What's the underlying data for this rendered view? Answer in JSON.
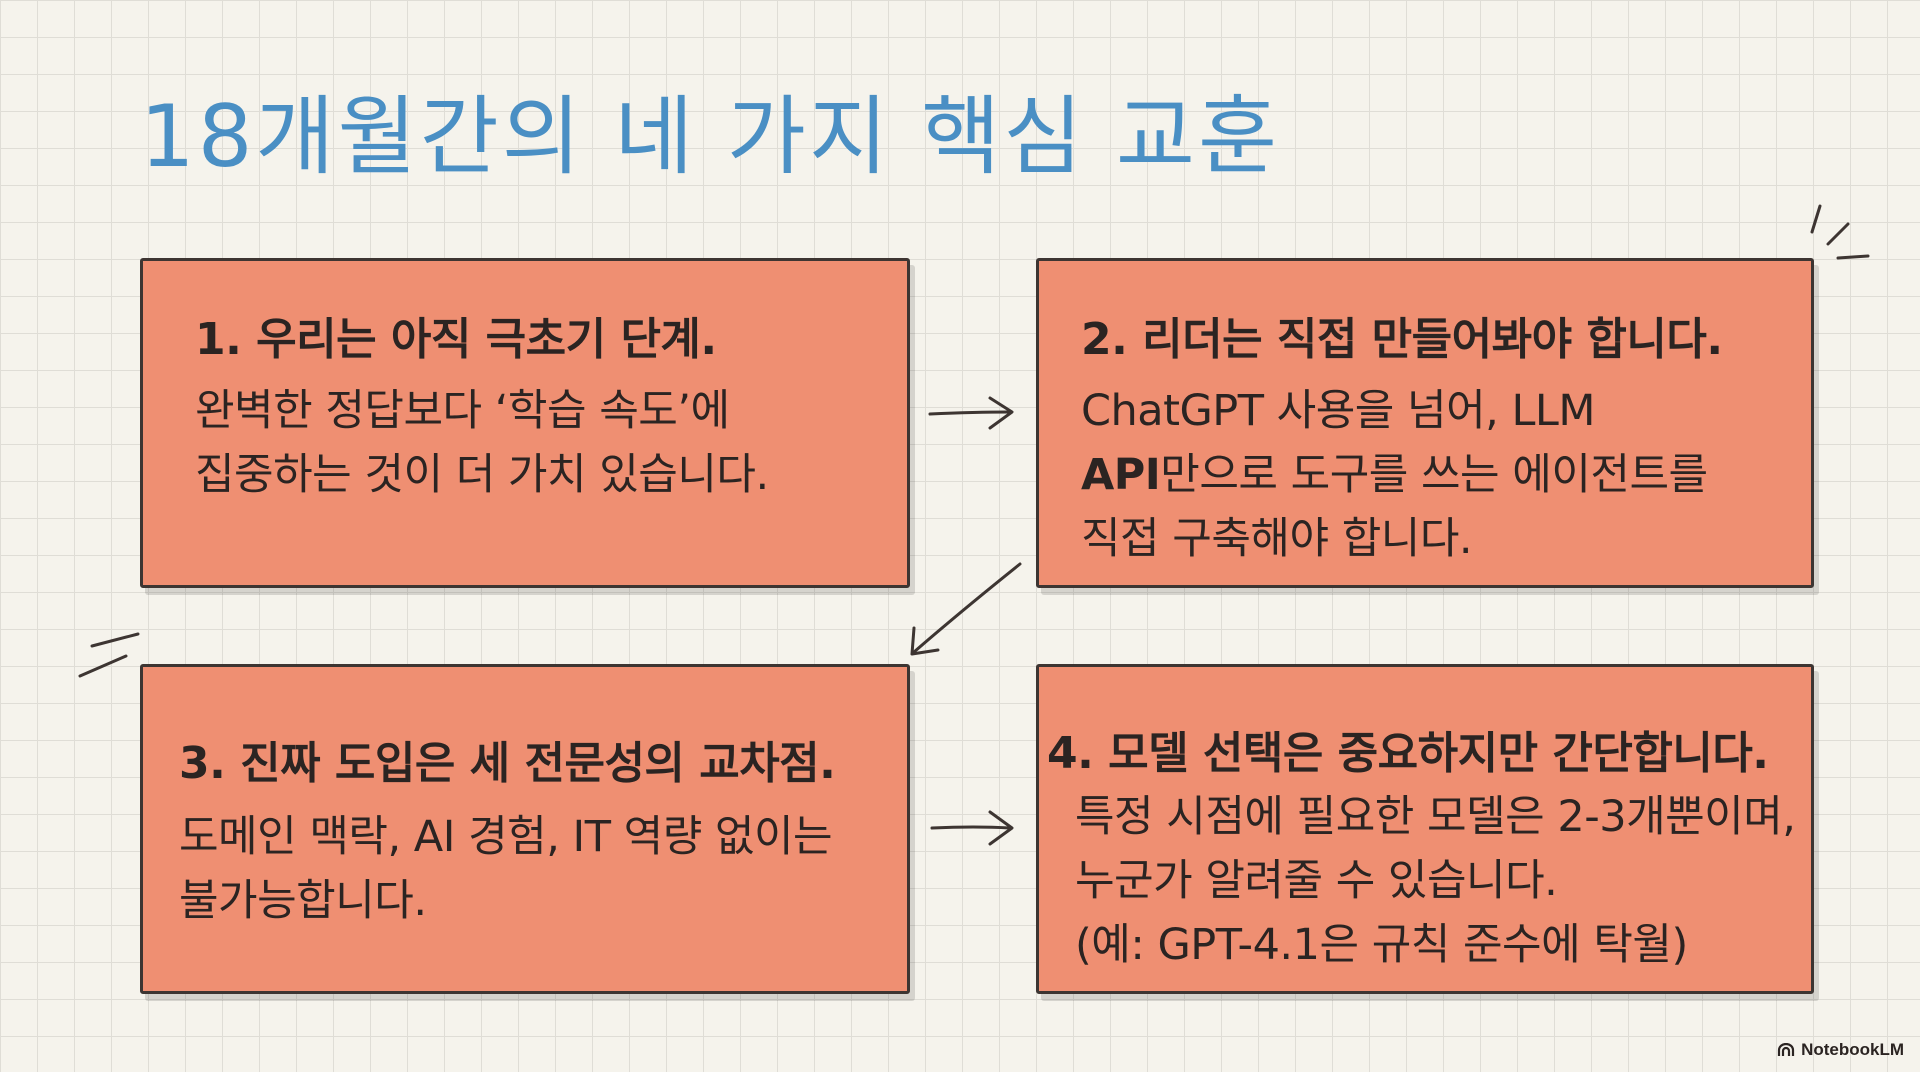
{
  "title": "18개월간의 네 가지 핵심 교훈",
  "cards": [
    {
      "heading": "1. 우리는 아직 극초기 단계.",
      "lines": [
        "완벽한 정답보다 ‘학습 속도’에",
        "집중하는 것이 더 가치 있습니다."
      ]
    },
    {
      "heading": "2. 리더는 직접 만들어봐야 합니다.",
      "lines": [
        "ChatGPT 사용을 넘어, LLM",
        "만으로 도구를 쓰는 에이전트를",
        "직접 구축해야 합니다."
      ],
      "strong_prefix": "API"
    },
    {
      "heading": "3. 진짜 도입은 세 전문성의 교차점.",
      "lines": [
        "도메인 맥락, AI 경험, IT 역량 없이는",
        "불가능합니다."
      ]
    },
    {
      "heading": "4. 모델 선택은 중요하지만 간단합니다.",
      "lines": [
        "특정 시점에 필요한 모델은 2-3개뿐이며,",
        "누군가 알려줄 수 있습니다.",
        "(예: GPT-4.1은 규칙 준수에 탁월)"
      ]
    }
  ],
  "brand": "NotebookLM",
  "colors": {
    "card": "#ef8f72",
    "title": "#4a8fc4",
    "ink": "#2b2422"
  }
}
